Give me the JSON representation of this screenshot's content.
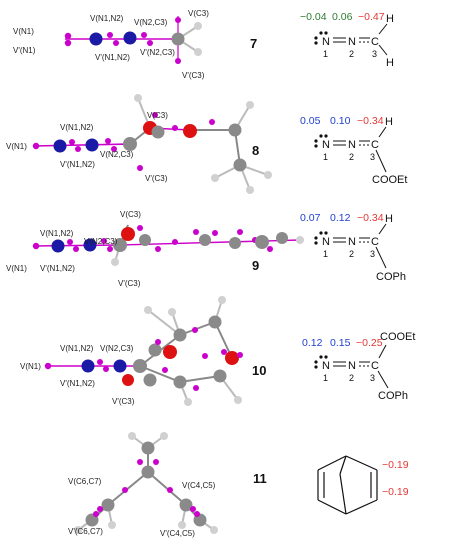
{
  "colors": {
    "green": "#2e7d32",
    "red": "#e53935",
    "blue": "#1f3fd1",
    "purple": "#cc00cc",
    "carbon": "#8a8a8a",
    "nitrogen": "#1a1aa6",
    "oxygen": "#dd1111",
    "hydrogen": "#d0d0d0"
  },
  "rows": [
    {
      "id": "7",
      "labels": [
        "V(N1)",
        "V'(N1)",
        "V(N1,N2)",
        "V'(N1,N2)",
        "V(N2,C3)",
        "V'(N2,C3)",
        "V(C3)",
        "V'(C3)"
      ],
      "charges": [
        {
          "value": "−0.04",
          "color": "green"
        },
        {
          "value": "0.06",
          "color": "green"
        },
        {
          "value": "−0.47",
          "color": "red"
        }
      ],
      "atoms": [
        "N",
        "N",
        "C",
        "H",
        "H"
      ],
      "positions": [
        "1",
        "2",
        "3"
      ]
    },
    {
      "id": "8",
      "labels": [
        "V(N1)",
        "V(N1,N2)",
        "V'(N1,N2)",
        "V(N2,C3)",
        "V(C3)",
        "V'(C3)"
      ],
      "charges": [
        {
          "value": "0.05",
          "color": "blue"
        },
        {
          "value": "0.10",
          "color": "blue"
        },
        {
          "value": "−0.34",
          "color": "red"
        }
      ],
      "atoms": [
        "N",
        "N",
        "C",
        "H"
      ],
      "positions": [
        "1",
        "2",
        "3"
      ],
      "substituent": "COOEt"
    },
    {
      "id": "9",
      "labels": [
        "V(N1)",
        "V(N1,N2)",
        "V'(N1,N2)",
        "V(N2,C3)",
        "V(C3)",
        "V'(C3)"
      ],
      "charges": [
        {
          "value": "0.07",
          "color": "blue"
        },
        {
          "value": "0.12",
          "color": "blue"
        },
        {
          "value": "−0.34",
          "color": "red"
        }
      ],
      "atoms": [
        "N",
        "N",
        "C",
        "H"
      ],
      "positions": [
        "1",
        "2",
        "3"
      ],
      "substituent": "COPh"
    },
    {
      "id": "10",
      "labels": [
        "V(N1)",
        "V(N1,N2)",
        "V'(N1,N2)",
        "V(N2,C3)",
        "V'(C3)"
      ],
      "charges": [
        {
          "value": "0.12",
          "color": "blue"
        },
        {
          "value": "0.15",
          "color": "blue"
        },
        {
          "value": "−0.25",
          "color": "red"
        }
      ],
      "atoms": [
        "N",
        "N",
        "C"
      ],
      "positions": [
        "1",
        "2",
        "3"
      ],
      "substituent_top": "COOEt",
      "substituent_bottom": "COPh"
    },
    {
      "id": "11",
      "labels": [
        "V(C6,C7)",
        "V'(C6,C7)",
        "V(C4,C5)",
        "V'(C4,C5)"
      ],
      "charges": [
        {
          "value": "−0.19",
          "color": "red"
        },
        {
          "value": "−0.19",
          "color": "red"
        }
      ]
    }
  ]
}
